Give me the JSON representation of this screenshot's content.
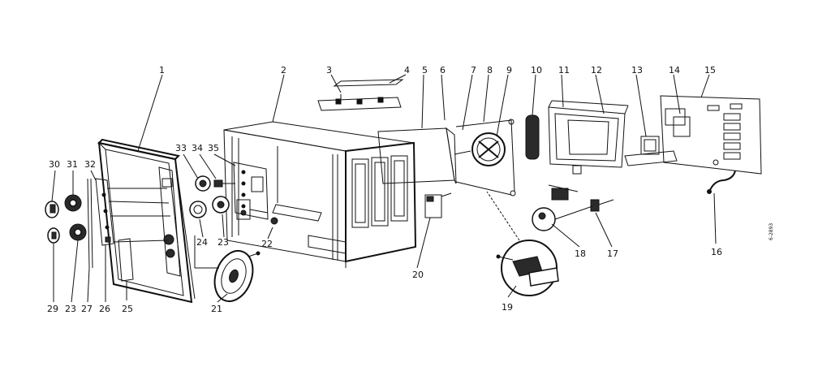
{
  "diagram": {
    "labels": [
      {
        "id": "1",
        "text": "1"
      },
      {
        "id": "2",
        "text": "2"
      },
      {
        "id": "3",
        "text": "3"
      },
      {
        "id": "4",
        "text": "4"
      },
      {
        "id": "5",
        "text": "5"
      },
      {
        "id": "6",
        "text": "6"
      },
      {
        "id": "7",
        "text": "7"
      },
      {
        "id": "8",
        "text": "8"
      },
      {
        "id": "9",
        "text": "9"
      },
      {
        "id": "10",
        "text": "10"
      },
      {
        "id": "11",
        "text": "11"
      },
      {
        "id": "12",
        "text": "12"
      },
      {
        "id": "13",
        "text": "13"
      },
      {
        "id": "14",
        "text": "14"
      },
      {
        "id": "15",
        "text": "15"
      },
      {
        "id": "16",
        "text": "16"
      },
      {
        "id": "17",
        "text": "17"
      },
      {
        "id": "18",
        "text": "18"
      },
      {
        "id": "19",
        "text": "19"
      },
      {
        "id": "20",
        "text": "20"
      },
      {
        "id": "21",
        "text": "21"
      },
      {
        "id": "22",
        "text": "22"
      },
      {
        "id": "23a",
        "text": "23"
      },
      {
        "id": "24",
        "text": "24"
      },
      {
        "id": "25",
        "text": "25"
      },
      {
        "id": "26",
        "text": "26"
      },
      {
        "id": "27",
        "text": "27"
      },
      {
        "id": "23b",
        "text": "23"
      },
      {
        "id": "29",
        "text": "29"
      },
      {
        "id": "30",
        "text": "30"
      },
      {
        "id": "31",
        "text": "31"
      },
      {
        "id": "32",
        "text": "32"
      },
      {
        "id": "33",
        "text": "33"
      },
      {
        "id": "34",
        "text": "34"
      },
      {
        "id": "35",
        "text": "35"
      }
    ],
    "drawing_code": "6-2893"
  }
}
